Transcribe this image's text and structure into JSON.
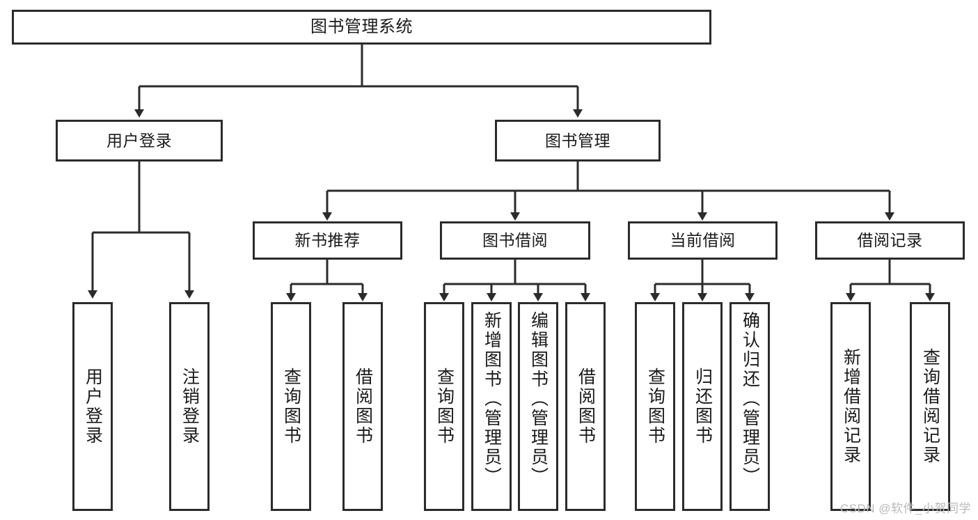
{
  "diagram": {
    "title": "图书管理系统",
    "type": "tree",
    "watermark": "CSDN @软件_小贺同学",
    "colors": {
      "stroke": "#2b2b2b",
      "fill": "#ffffff",
      "text": "#1a1a1a",
      "watermark": "#b9b9b9"
    },
    "nodes": {
      "root": {
        "label": "图书管理系统"
      },
      "level1": [
        {
          "id": "user-login",
          "label": "用户登录"
        },
        {
          "id": "book-manage",
          "label": "图书管理"
        }
      ],
      "level2": [
        {
          "id": "new-book-recommend",
          "label": "新书推荐"
        },
        {
          "id": "book-borrow",
          "label": "图书借阅"
        },
        {
          "id": "current-borrow",
          "label": "当前借阅"
        },
        {
          "id": "borrow-record",
          "label": "借阅记录"
        }
      ],
      "leaves": {
        "user-login": [
          {
            "id": "leaf-user-login",
            "label": "用户登录"
          },
          {
            "id": "leaf-logout-login",
            "label": "注销登录"
          }
        ],
        "new-book-recommend": [
          {
            "id": "leaf-query-book-1",
            "label": "查询图书"
          },
          {
            "id": "leaf-borrow-book-1",
            "label": "借阅图书"
          }
        ],
        "book-borrow": [
          {
            "id": "leaf-query-book-2",
            "label": "查询图书"
          },
          {
            "id": "leaf-add-book",
            "label": "新增图书（管理员）"
          },
          {
            "id": "leaf-edit-book",
            "label": "编辑图书（管理员）"
          },
          {
            "id": "leaf-borrow-book-2",
            "label": "借阅图书"
          }
        ],
        "current-borrow": [
          {
            "id": "leaf-query-book-3",
            "label": "查询图书"
          },
          {
            "id": "leaf-return-book",
            "label": "归还图书"
          },
          {
            "id": "leaf-confirm-return",
            "label": "确认归还（管理员）"
          }
        ],
        "borrow-record": [
          {
            "id": "leaf-add-record",
            "label": "新增借阅记录"
          },
          {
            "id": "leaf-query-record",
            "label": "查询借阅记录"
          }
        ]
      }
    }
  }
}
